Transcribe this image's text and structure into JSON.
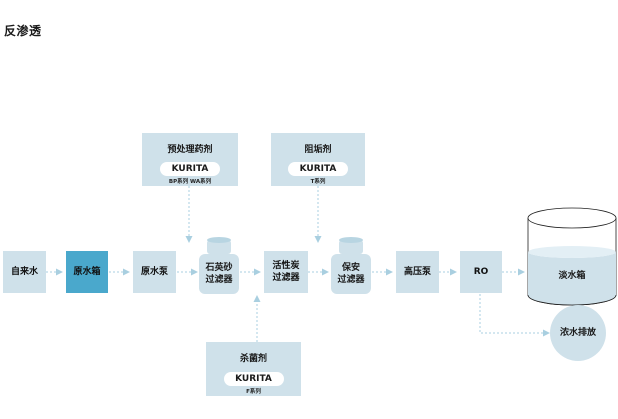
{
  "title": "反渗透",
  "steps": {
    "tap_water": "自来水",
    "raw_tank": "原水箱",
    "raw_pump": "原水泵",
    "sand_filter_l1": "石英砂",
    "sand_filter_l2": "过滤器",
    "carbon_filter_l1": "活性炭",
    "carbon_filter_l2": "过滤器",
    "safety_filter_l1": "保安",
    "safety_filter_l2": "过滤器",
    "hp_pump": "高压泵",
    "ro": "RO",
    "fresh_tank": "淡水箱",
    "concentrate": "浓水排放"
  },
  "chemicals": {
    "pretreatment": {
      "title": "预处理药剂",
      "brand": "KURITA",
      "series": "BP系列  WA系列"
    },
    "antiscalant": {
      "title": "阻垢剂",
      "brand": "KURITA",
      "series": "T系列"
    },
    "biocide": {
      "title": "杀菌剂",
      "brand": "KURITA",
      "series": "F系列"
    }
  },
  "colors": {
    "box": "#cfe1ea",
    "highlight": "#4aa8cc",
    "arrow": "#a9cfe0"
  }
}
